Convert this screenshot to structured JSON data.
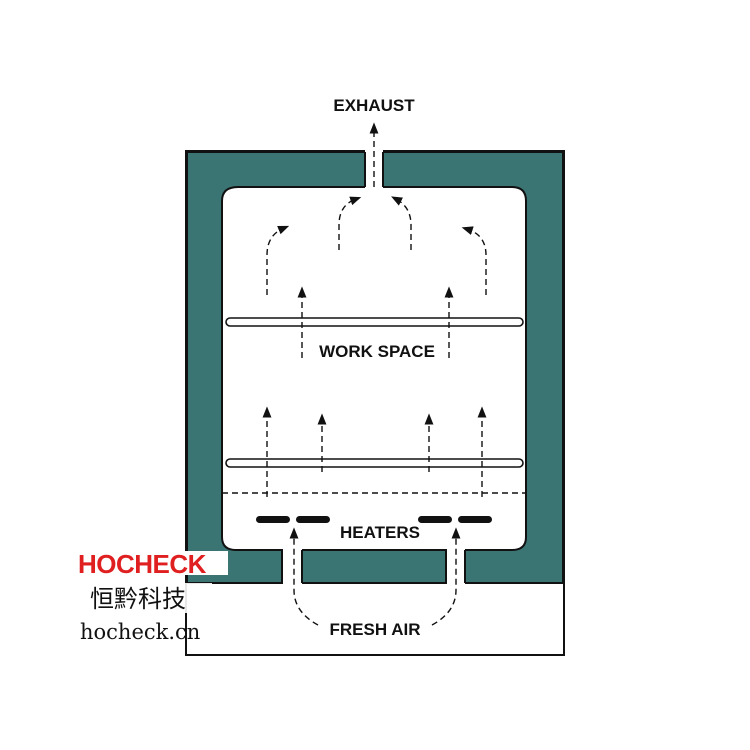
{
  "labels": {
    "exhaust": "EXHAUST",
    "work_space": "WORK SPACE",
    "heaters": "HEATERS",
    "fresh_air": "FRESH AIR"
  },
  "watermark": {
    "brand": "HOCHECK",
    "chinese_name": "恒黔科技",
    "website": "hocheck.cn"
  },
  "colors": {
    "wall": "#3a7473",
    "outline": "#111111",
    "brand": "#e02020"
  }
}
